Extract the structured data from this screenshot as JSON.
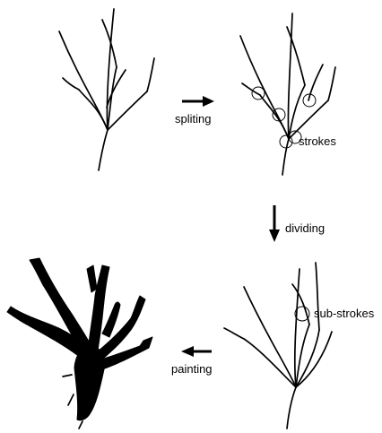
{
  "labels": {
    "split": "spliting",
    "strokes": "strokes",
    "divide": "dividing",
    "sub_strokes": "sub-strokes",
    "paint": "painting"
  },
  "colors": {
    "ink": "#000000",
    "background": "#ffffff"
  }
}
